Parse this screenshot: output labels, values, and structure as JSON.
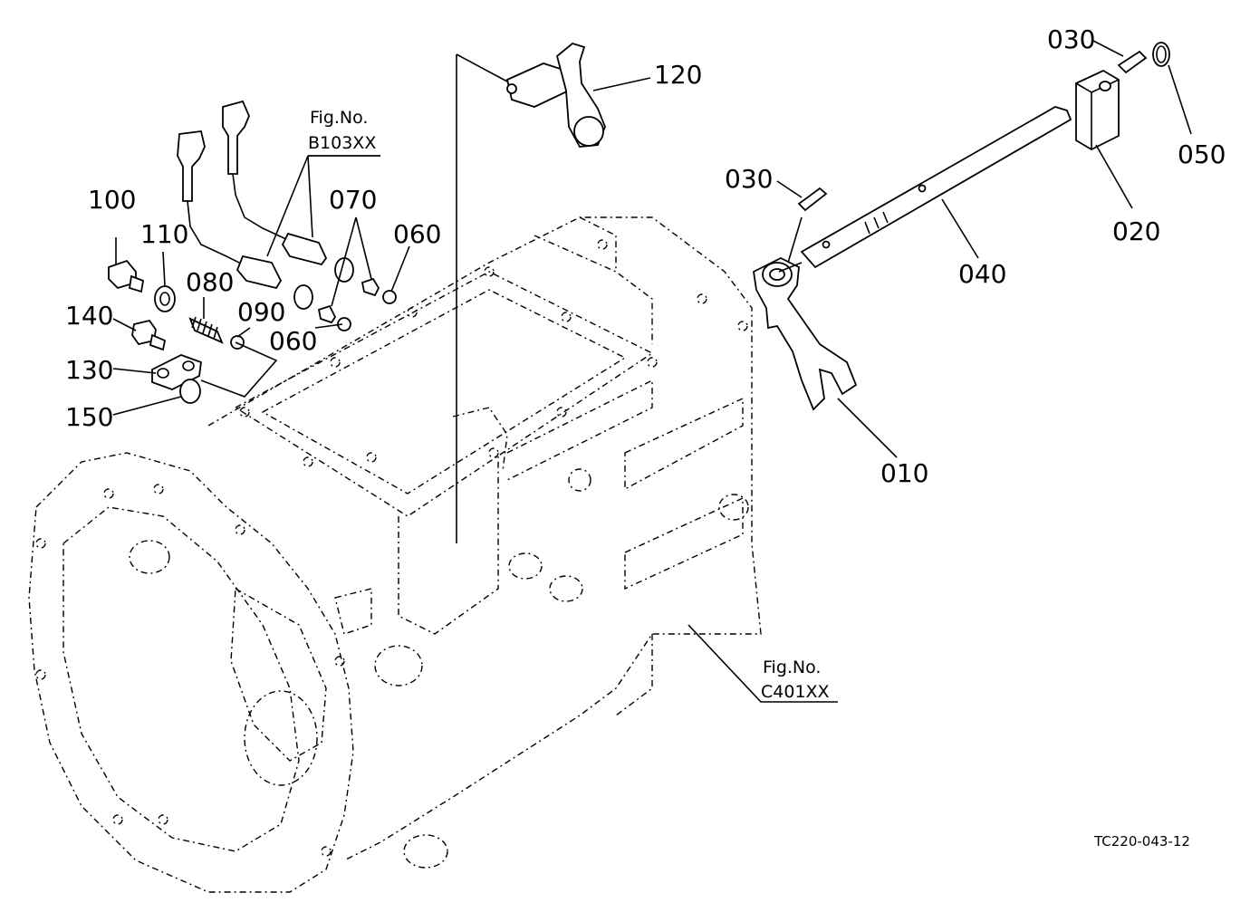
{
  "labels": {
    "p010": "010",
    "p020": "020",
    "p030a": "030",
    "p030b": "030",
    "p040": "040",
    "p050": "050",
    "p060a": "060",
    "p060b": "060",
    "p070": "070",
    "p080": "080",
    "p090": "090",
    "p100": "100",
    "p110": "110",
    "p120": "120",
    "p130": "130",
    "p140": "140",
    "p150": "150"
  },
  "refs": {
    "b103_line1": "Fig.No.",
    "b103_line2": "B103XX",
    "c401_line1": "Fig.No.",
    "c401_line2": "C401XX"
  },
  "drawing_code": "TC220-043-12"
}
